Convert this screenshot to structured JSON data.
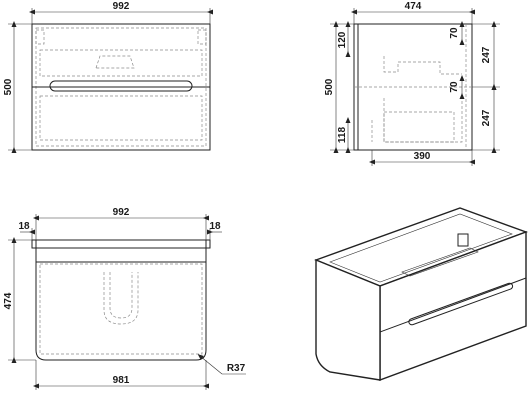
{
  "colors": {
    "line": "#222222",
    "hidden": "#8a8a8a",
    "background": "#ffffff"
  },
  "front_view": {
    "width": "992",
    "height": "500"
  },
  "side_view": {
    "depth": "474",
    "height": "500",
    "top_offset": "120",
    "drawer_top": "70",
    "drawer_mid": "70",
    "upper_height": "247",
    "lower_height": "247",
    "bottom_offset": "118",
    "inner_depth": "390"
  },
  "top_view": {
    "width": "992",
    "depth": "474",
    "left_edge": "18",
    "right_edge": "18",
    "inner_width": "981",
    "corner_radius": "R37"
  },
  "isometric": {
    "label": ""
  }
}
